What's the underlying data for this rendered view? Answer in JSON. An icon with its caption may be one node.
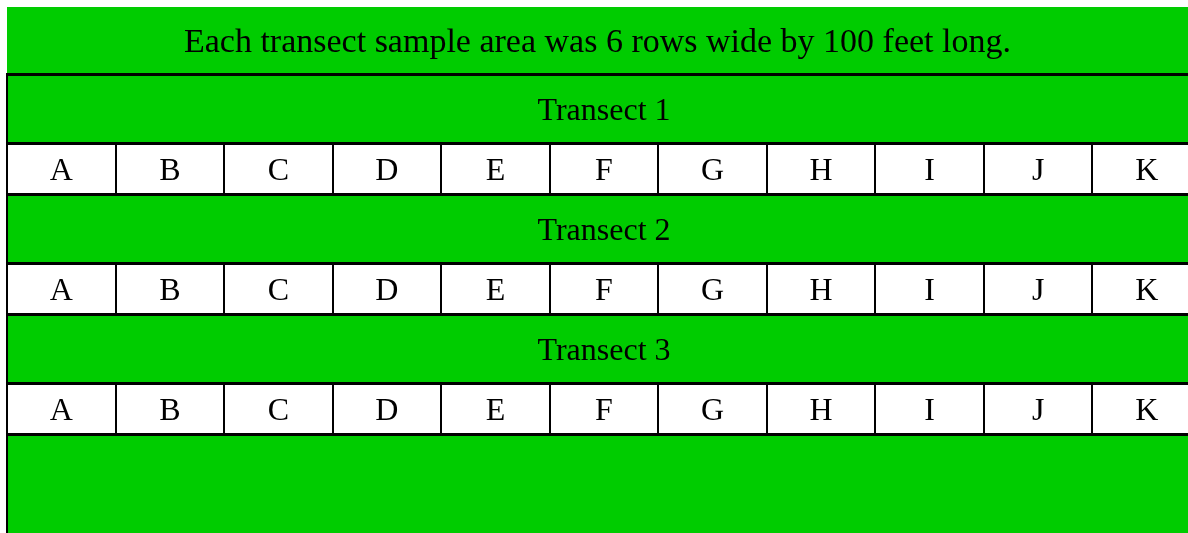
{
  "diagram": {
    "title": "Each transect sample area was 6 rows wide by 100 feet long.",
    "nodes": [
      {
        "text": [
          "Transect 1"
        ]
      },
      {
        "text": [
          "A"
        ]
      },
      {
        "text": [
          "B"
        ]
      },
      {
        "text": [
          "C"
        ]
      },
      {
        "text": [
          "D"
        ]
      },
      {
        "text": [
          "E"
        ]
      },
      {
        "text": [
          "F"
        ]
      },
      {
        "text": [
          "G"
        ]
      },
      {
        "text": [
          "H"
        ]
      },
      {
        "text": [
          "I"
        ]
      },
      {
        "text": [
          "J"
        ]
      },
      {
        "text": [
          "K"
        ]
      },
      {
        "text": [
          "Transect 2"
        ]
      },
      {
        "text": [
          "A"
        ]
      },
      {
        "text": [
          "B"
        ]
      },
      {
        "text": [
          "C"
        ]
      },
      {
        "text": [
          "D"
        ]
      },
      {
        "text": [
          "E"
        ]
      },
      {
        "text": [
          "F"
        ]
      },
      {
        "text": [
          "G"
        ]
      },
      {
        "text": [
          "H"
        ]
      },
      {
        "text": [
          "I"
        ]
      },
      {
        "text": [
          "J"
        ]
      },
      {
        "text": [
          "K"
        ]
      },
      {
        "text": [
          "Transect 3"
        ]
      },
      {
        "text": [
          "A"
        ]
      },
      {
        "text": [
          "B"
        ]
      },
      {
        "text": [
          "C"
        ]
      },
      {
        "text": [
          "D"
        ]
      },
      {
        "text": [
          "E"
        ]
      },
      {
        "text": [
          "F"
        ]
      },
      {
        "text": [
          "G"
        ]
      },
      {
        "text": [
          "H"
        ]
      },
      {
        "text": [
          "I"
        ]
      },
      {
        "text": [
          "J"
        ]
      },
      {
        "text": [
          "K"
        ]
      },
      {
        "text": [],
        "shape": "bar"
      }
    ]
  }
}
